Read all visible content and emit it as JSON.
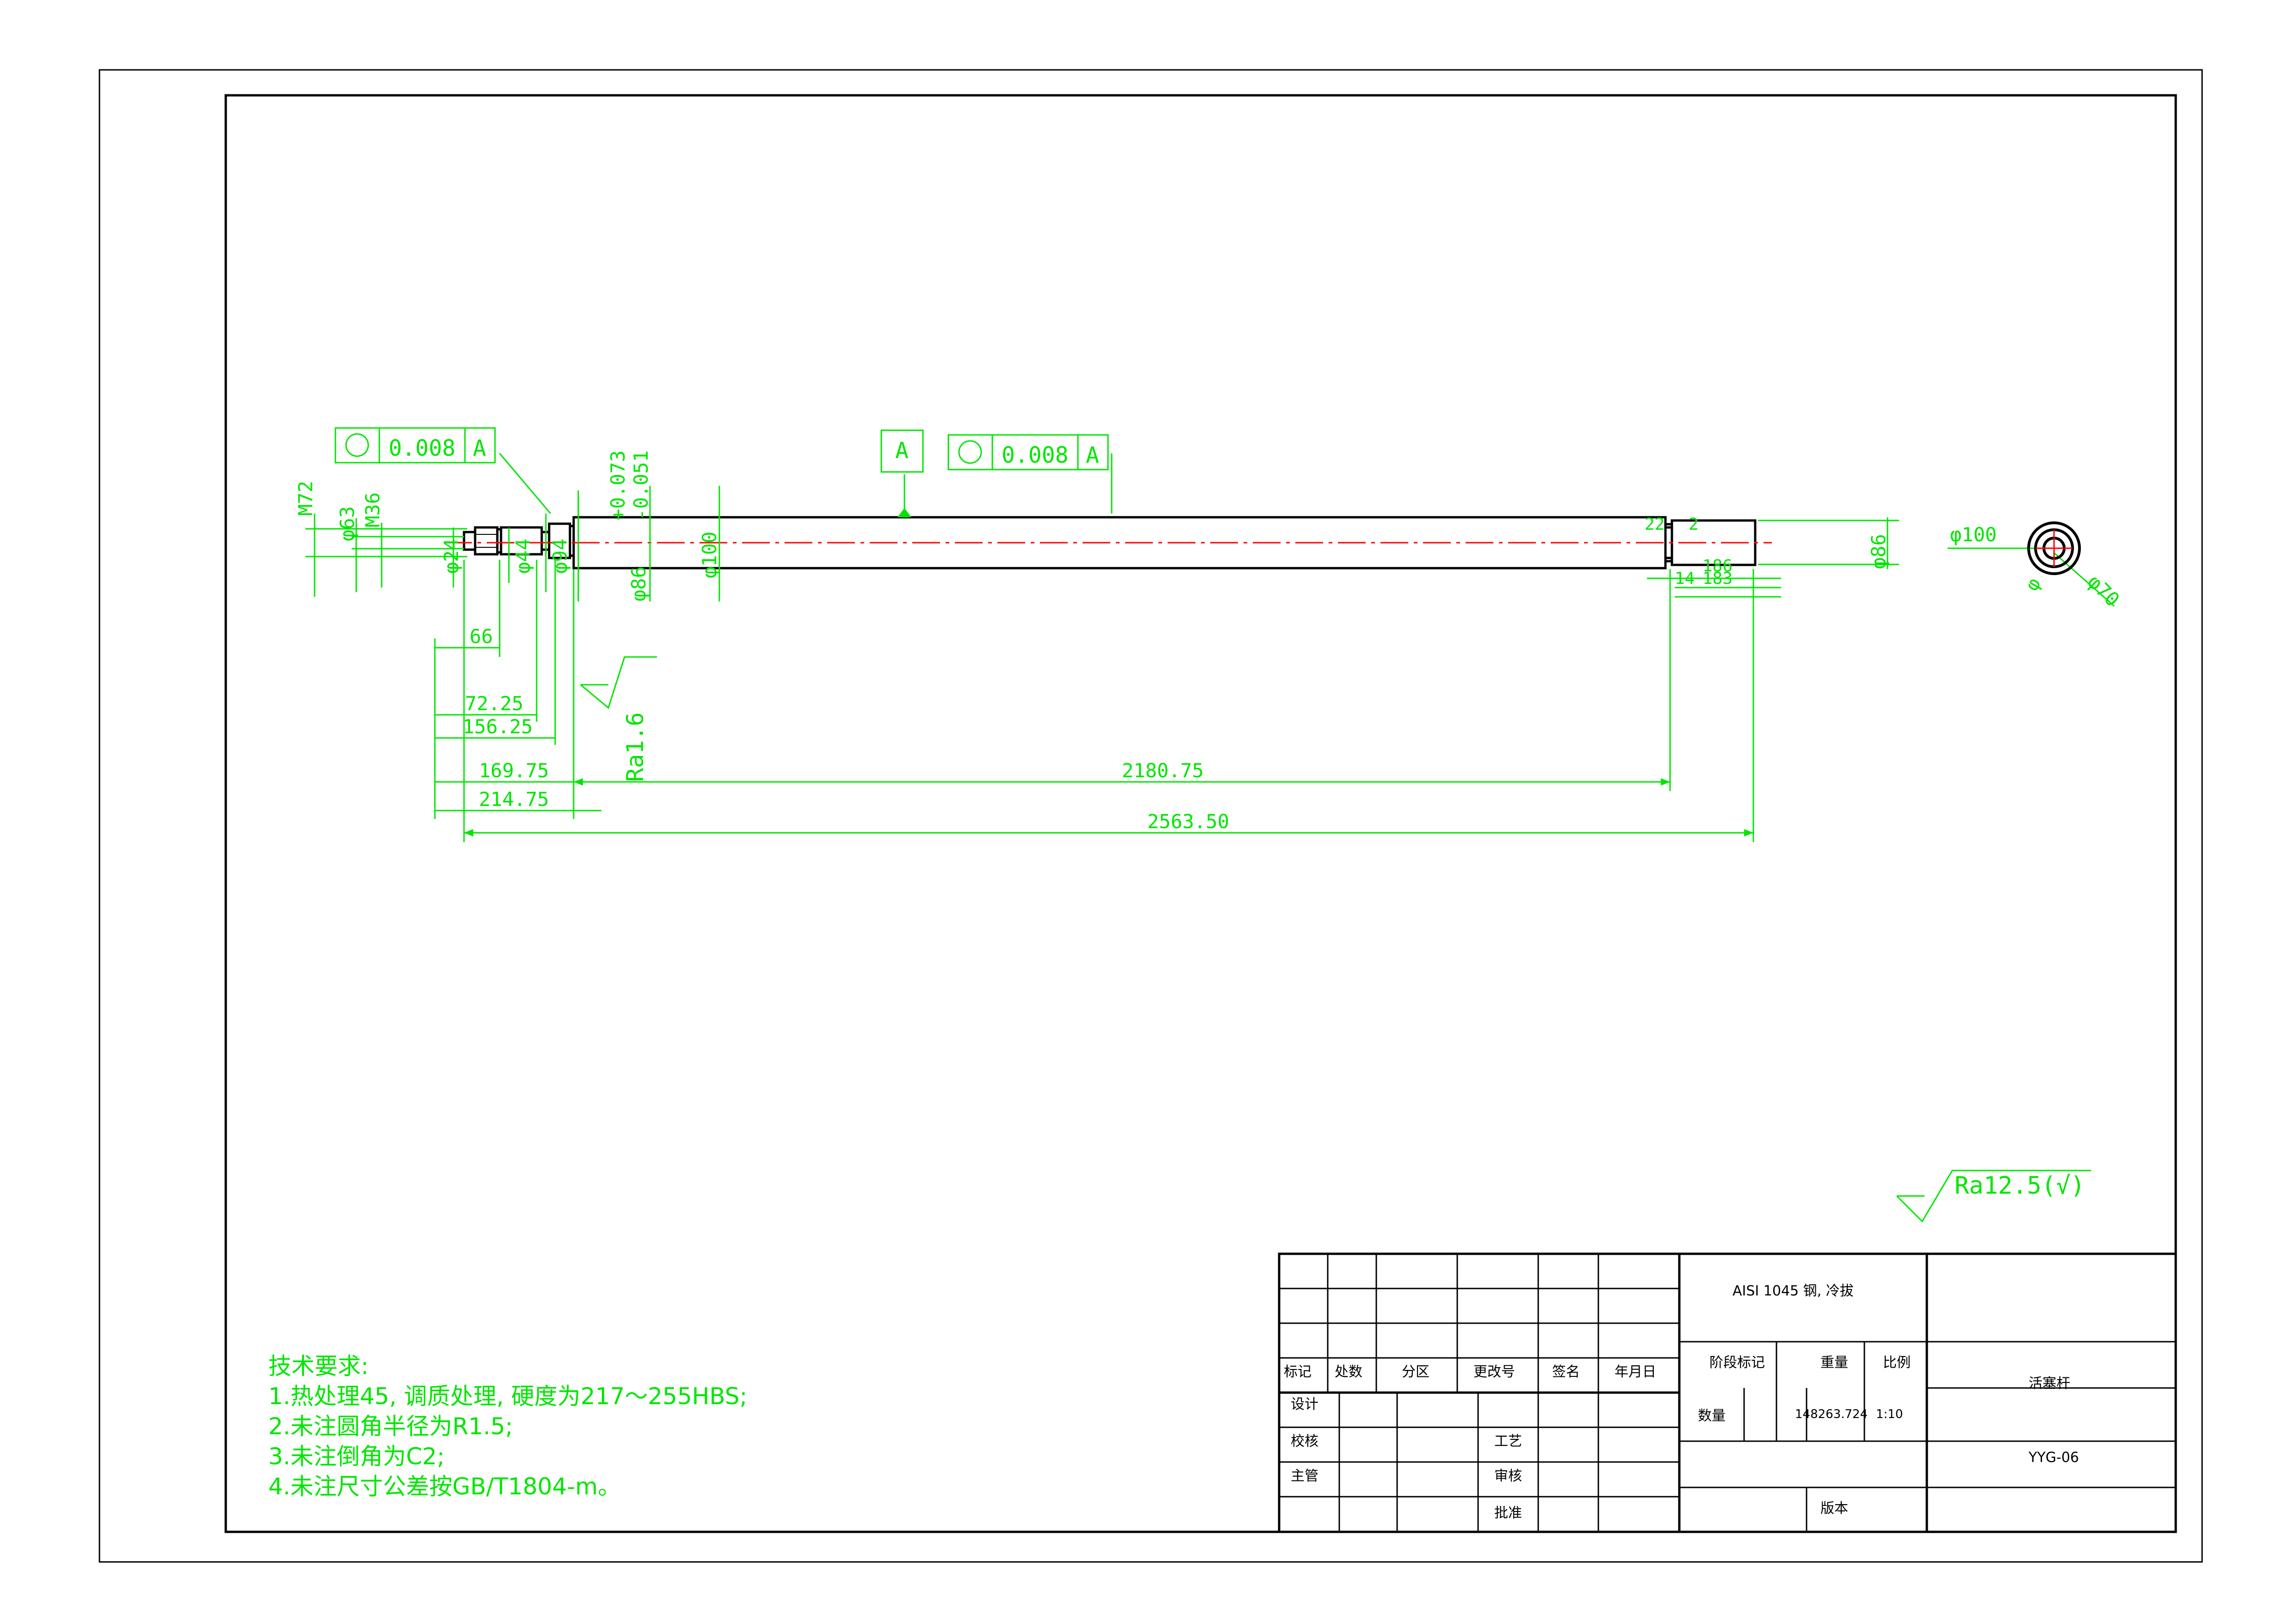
{
  "colors": {
    "dimension": "#00e600",
    "outline": "#000000",
    "centerline": "#ff0000",
    "background": "#ffffff"
  },
  "fcf_left": {
    "symbol": "circularity",
    "value": "0.008",
    "datum": "A"
  },
  "fcf_main": {
    "symbol": "circularity",
    "value": "0.008",
    "datum": "A"
  },
  "datum_label": "A",
  "dims": {
    "m72": "M72",
    "d63": "φ63",
    "m36": "M36",
    "d24": "φ24",
    "d44": "φ44",
    "d94": "φ94",
    "tol_up": "+0.073",
    "tol_lo": "-0.051",
    "d86": "φ86",
    "d100": "φ100",
    "r_d86": "φ86",
    "r_22": "22",
    "r_2": "2",
    "r_186": "186",
    "r_183": "183",
    "r_14": "14",
    "l66": "66",
    "l72_25": "72.25",
    "l156_25": "156.25",
    "l169_75": "169.75",
    "l214_75": "214.75",
    "l2180_75": "2180.75",
    "l2563_50": "2563.50",
    "ra16": "Ra1.6",
    "end_d100": "φ100",
    "end_d70": "φ70",
    "end_d": "φ"
  },
  "ra_general": "Ra12.5(√)",
  "tech": {
    "title": "技术要求:",
    "items": [
      "1.热处理45, 调质处理, 硬度为217～255HBS;",
      "2.未注圆角半径为R1.5;",
      "3.未注倒角为C2;",
      "4.未注尺寸公差按GB/T1804-m。"
    ]
  },
  "title_block": {
    "material": "AISI 1045 钢, 冷拔",
    "h_mark": "标记",
    "h_count": "处数",
    "h_zone": "分区",
    "h_change": "更改号",
    "h_sign": "签名",
    "h_date": "年月日",
    "design": "设计",
    "check": "校核",
    "chief": "主管",
    "process": "工艺",
    "review": "审核",
    "approve": "批准",
    "stage": "阶段标记",
    "weight": "重量",
    "scale": "比例",
    "qty": "数量",
    "weight_value": "148263.724",
    "scale_value": "1:10",
    "version": "版本",
    "part_name": "活塞杆",
    "drawing_no": "YYG-06"
  }
}
